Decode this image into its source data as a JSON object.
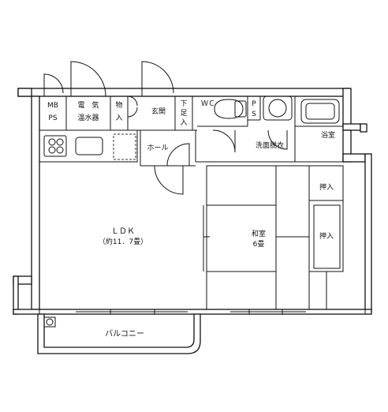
{
  "rooms": {
    "ldk": {
      "name": "ＬＤＫ",
      "size": "（約11．7畳）"
    },
    "washitsu": {
      "name": "和室",
      "size": "6畳"
    },
    "senmen": "洗面脱衣",
    "yokushitsu": "浴室",
    "genkan": "玄関",
    "hall": "ホール",
    "wc": "ＷＣ",
    "balcony": "バルコニー"
  },
  "storage": {
    "mb": "MB",
    "ps": "PS",
    "denki_top": "電　気",
    "denki_bottom": "温水器",
    "mono_top": "物",
    "mono_bottom": "入",
    "getabako_top": "下",
    "getabako_mid": "足",
    "getabako_bottom": "入",
    "ps2_top": "P",
    "ps2_bottom": "S",
    "oshiire_1": "押入",
    "oshiire_2": "押入"
  }
}
